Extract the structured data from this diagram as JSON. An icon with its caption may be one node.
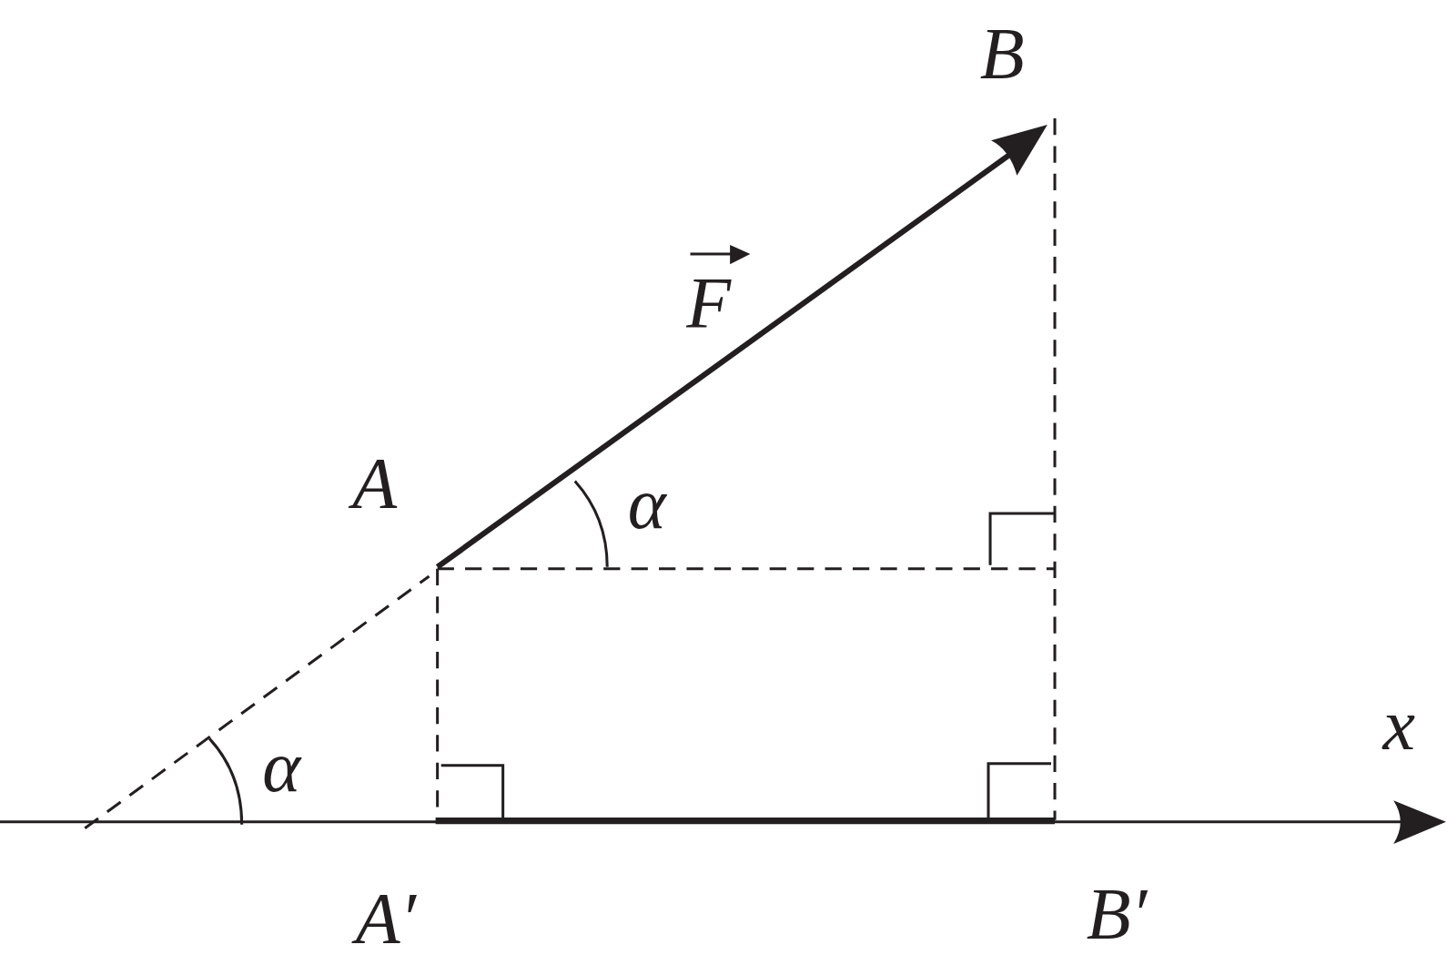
{
  "diagram": {
    "labels": [
      "B",
      "F",
      "A",
      "α",
      "α",
      "x",
      "A′",
      "B′"
    ]
  }
}
